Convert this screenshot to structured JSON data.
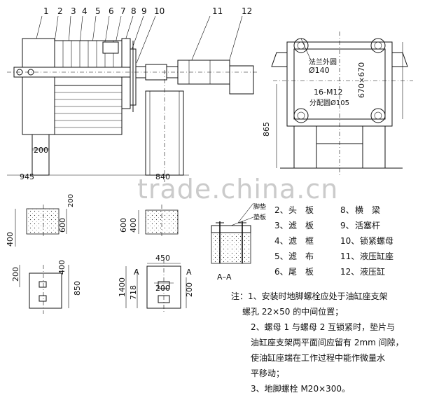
{
  "part_numbers": [
    "1",
    "2",
    "3",
    "4",
    "5",
    "6",
    "7",
    "8",
    "9",
    "10",
    "11",
    "12"
  ],
  "section_view": {
    "dim_flange_circle": "法兰外圆",
    "dim_flange_dia": "Ø140",
    "dim_bolts": "16-M12",
    "dim_bolt_circle": "分配圆Ø105",
    "dim_size": "670×670",
    "dim_height": "865"
  },
  "main_view_dims": {
    "dim_200": "200",
    "dim_945": "945",
    "dim_840": "840"
  },
  "foundation_dims": {
    "f1_a": "400",
    "f1_b": "600",
    "f1_c": "200",
    "f2_a": "600",
    "f2_b": "400",
    "f3_a": "200",
    "f3_b": "400",
    "f3_c": "850",
    "f4_top": "450",
    "f4_mid": "200",
    "f4_a": "1400",
    "f4_b": "718",
    "f4_c": "200",
    "section_a1": "A",
    "section_a2": "A"
  },
  "anchor_detail": {
    "label1": "脚垫",
    "label2": "垫板",
    "label3": "",
    "section": "A–A"
  },
  "legend": [
    {
      "num": "2、",
      "name": "头　板"
    },
    {
      "num": "8、",
      "name": "横　梁"
    },
    {
      "num": "3、",
      "name": "滤　板"
    },
    {
      "num": "9、",
      "name": "活塞杆"
    },
    {
      "num": "4、",
      "name": "滤　框"
    },
    {
      "num": "10、",
      "name": "锁紧螺母"
    },
    {
      "num": "5、",
      "name": "滤　布"
    },
    {
      "num": "11、",
      "name": "液压缸座"
    },
    {
      "num": "6、",
      "name": "尾　板"
    },
    {
      "num": "12、",
      "name": "液压缸"
    }
  ],
  "notes": {
    "line1": "注：1、安装时地脚螺栓应处于油缸座支架",
    "line2": "螺孔 22×50 的中间位置；",
    "line3": "2、螺母 1 与螺母 2 互锁紧时，垫片与",
    "line4": "油缸座支架两平面间应留有 2mm 间隙，",
    "line5": "使油缸座端在工作过程中能作微量水",
    "line6": "平移动；",
    "line7": "3、地脚螺栓 M20×300。"
  },
  "watermark": "trade.china.cn"
}
